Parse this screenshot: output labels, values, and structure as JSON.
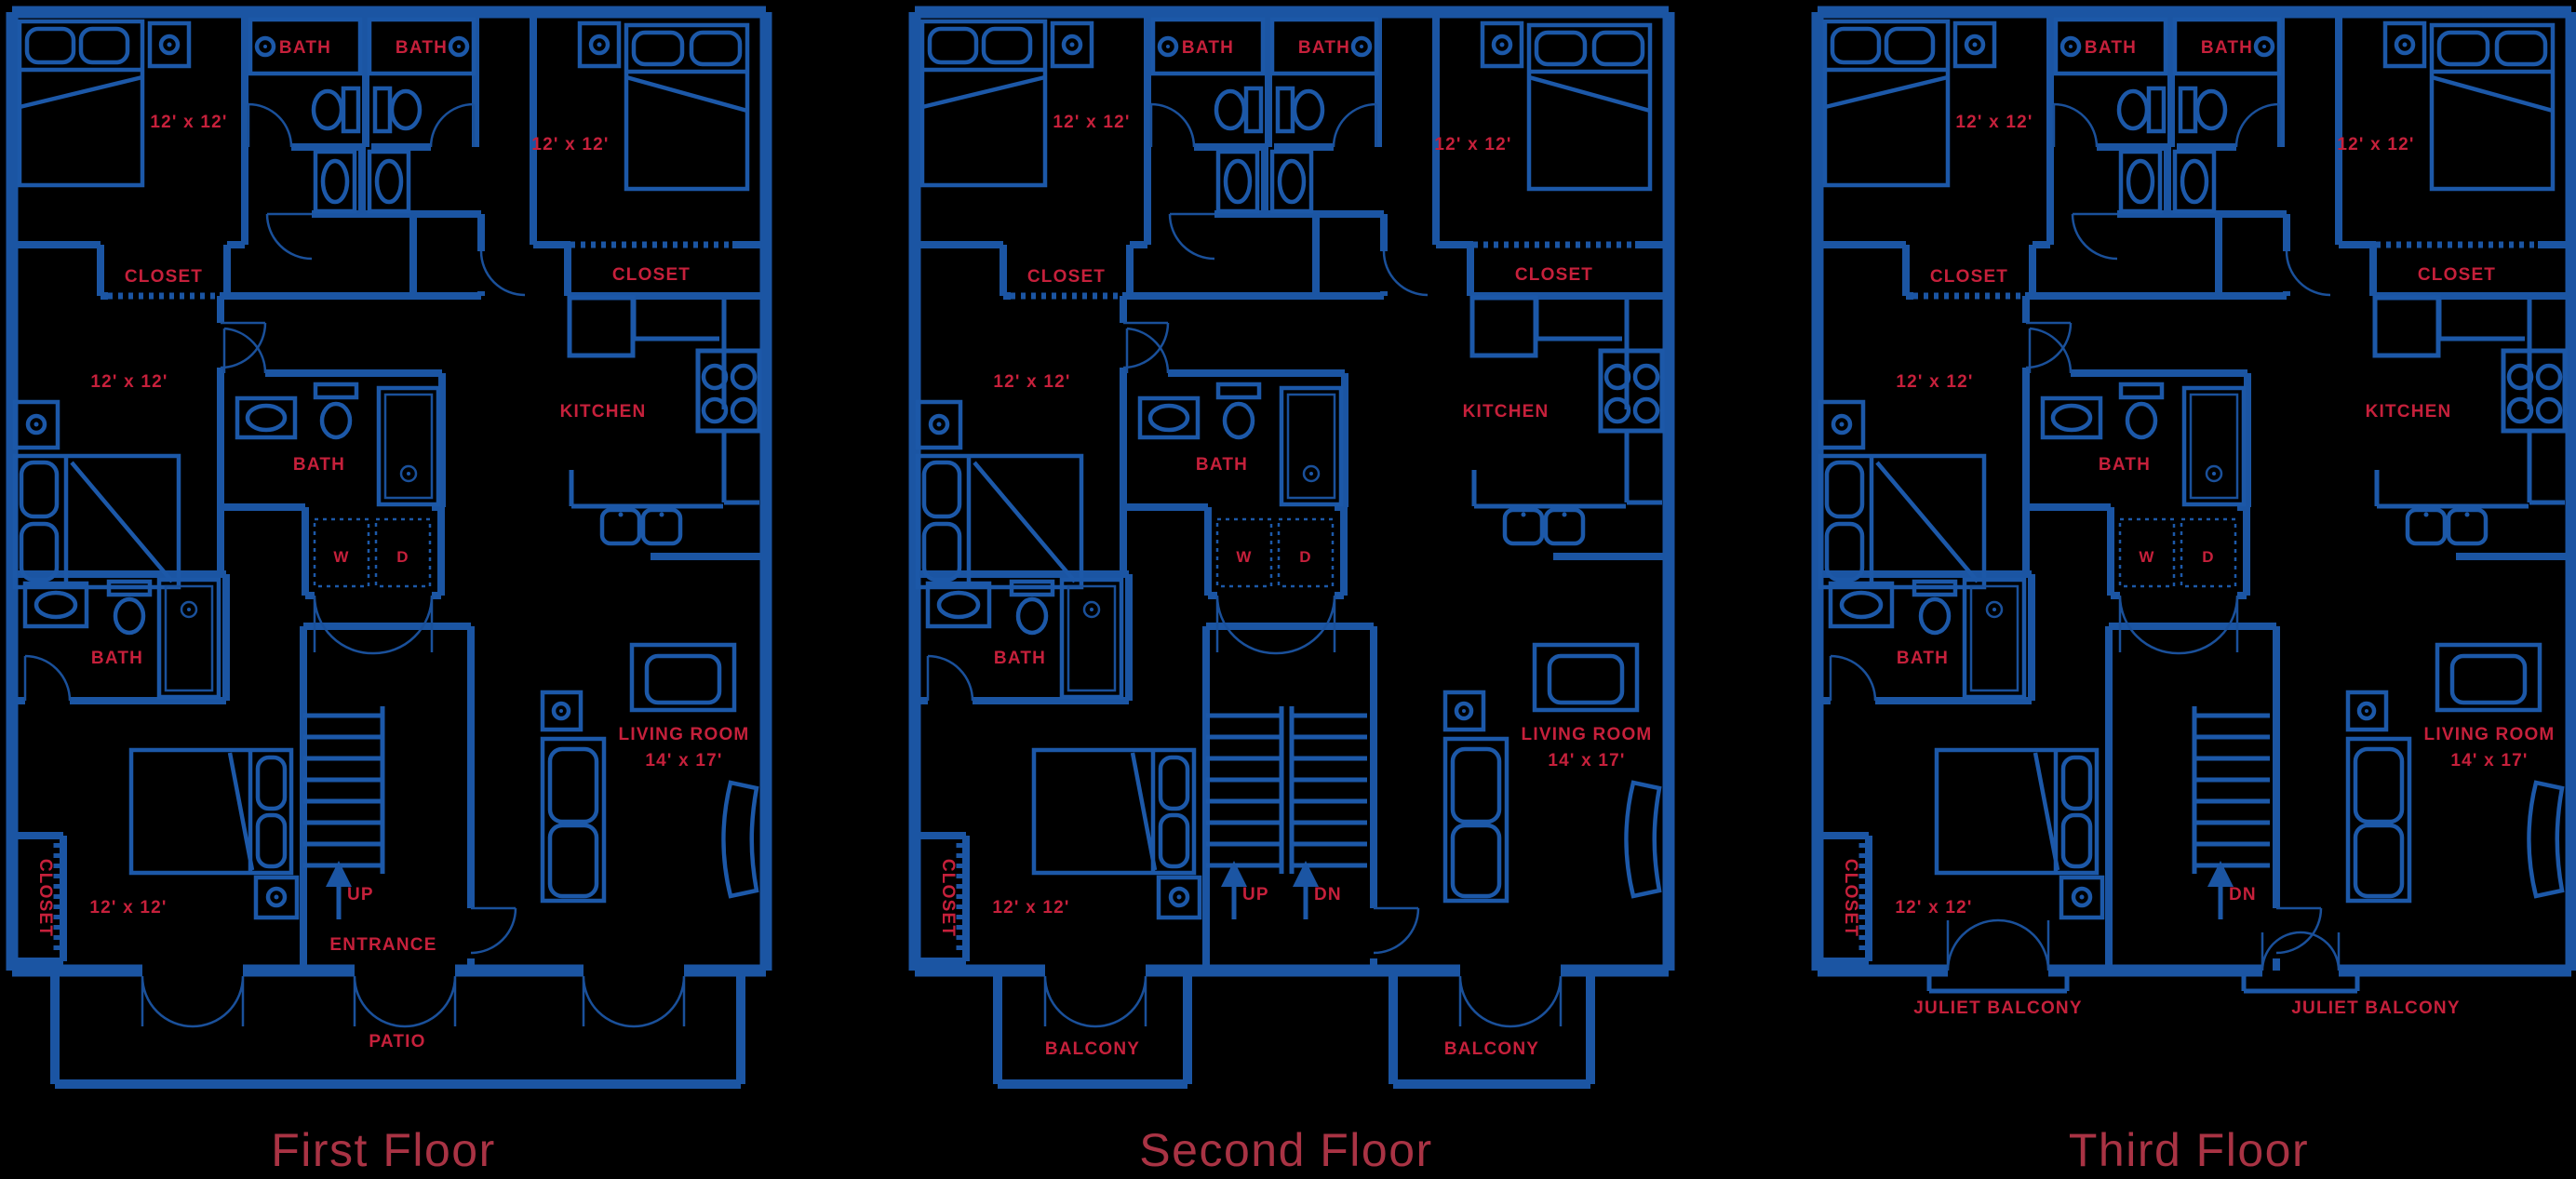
{
  "colors": {
    "background": "#000000",
    "line_blue": "#1b55a3",
    "label_red": "#c6203b",
    "title_red": "#a93344"
  },
  "labels": {
    "bath": "BATH",
    "closet": "CLOSET",
    "kitchen": "KITCHEN",
    "living_room": "LIVING ROOM",
    "living_dims": "14' x 17'",
    "bedroom_dims": "12' x 12'",
    "washer": "W",
    "dryer": "D",
    "up": "UP",
    "down": "DN",
    "entrance": "ENTRANCE",
    "patio": "PATIO",
    "balcony": "BALCONY",
    "juliet_balcony": "JULIET BALCONY"
  },
  "floors": [
    {
      "title": "First Floor"
    },
    {
      "title": "Second Floor"
    },
    {
      "title": "Third Floor"
    }
  ]
}
